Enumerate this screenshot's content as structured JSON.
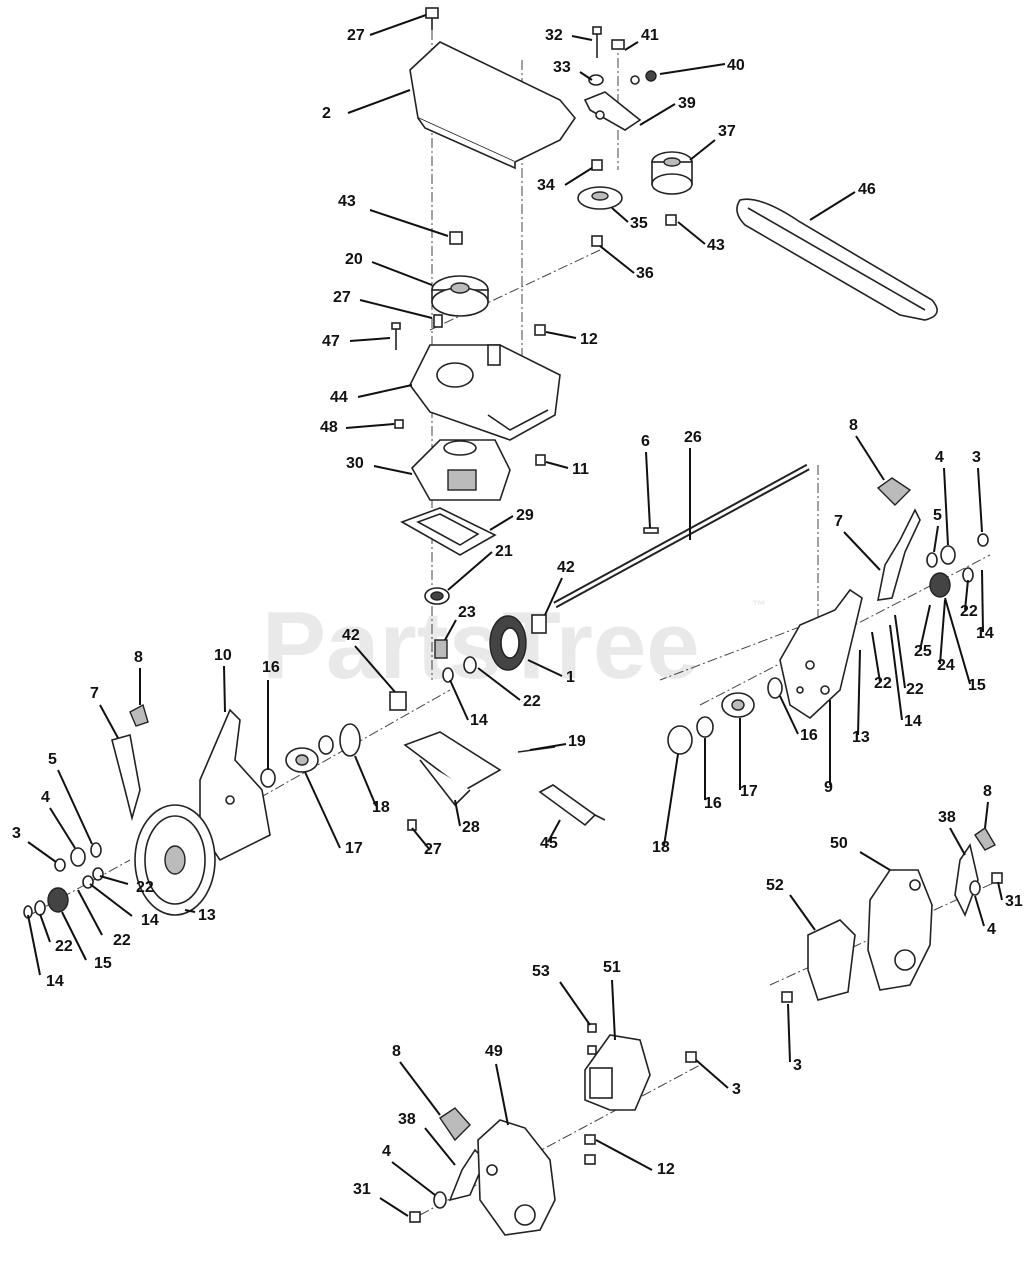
{
  "watermark": "PartsTree",
  "watermark_tm": "™",
  "callouts": [
    {
      "id": "c27a",
      "text": "27"
    },
    {
      "id": "c2",
      "text": "2"
    },
    {
      "id": "c32",
      "text": "32"
    },
    {
      "id": "c41",
      "text": "41"
    },
    {
      "id": "c40",
      "text": "40"
    },
    {
      "id": "c33",
      "text": "33"
    },
    {
      "id": "c39",
      "text": "39"
    },
    {
      "id": "c37",
      "text": "37"
    },
    {
      "id": "c34",
      "text": "34"
    },
    {
      "id": "c35",
      "text": "35"
    },
    {
      "id": "c43a",
      "text": "43"
    },
    {
      "id": "c46",
      "text": "46"
    },
    {
      "id": "c43b",
      "text": "43"
    },
    {
      "id": "c20",
      "text": "20"
    },
    {
      "id": "c36",
      "text": "36"
    },
    {
      "id": "c27b",
      "text": "27"
    },
    {
      "id": "c47",
      "text": "47"
    },
    {
      "id": "c12a",
      "text": "12"
    },
    {
      "id": "c44",
      "text": "44"
    },
    {
      "id": "c48",
      "text": "48"
    },
    {
      "id": "c11",
      "text": "11"
    },
    {
      "id": "c30",
      "text": "30"
    },
    {
      "id": "c6",
      "text": "6"
    },
    {
      "id": "c26",
      "text": "26"
    },
    {
      "id": "c8a",
      "text": "8"
    },
    {
      "id": "c4a",
      "text": "4"
    },
    {
      "id": "c3a",
      "text": "3"
    },
    {
      "id": "c29",
      "text": "29"
    },
    {
      "id": "c7a",
      "text": "7"
    },
    {
      "id": "c5a",
      "text": "5"
    },
    {
      "id": "c21",
      "text": "21"
    },
    {
      "id": "c42a",
      "text": "42"
    },
    {
      "id": "c22a",
      "text": "22"
    },
    {
      "id": "c14a",
      "text": "14"
    },
    {
      "id": "c23",
      "text": "23"
    },
    {
      "id": "c25",
      "text": "25"
    },
    {
      "id": "c24",
      "text": "24"
    },
    {
      "id": "c15a",
      "text": "15"
    },
    {
      "id": "c1",
      "text": "1"
    },
    {
      "id": "c22b",
      "text": "22"
    },
    {
      "id": "c22c",
      "text": "22"
    },
    {
      "id": "c14b",
      "text": "14"
    },
    {
      "id": "c8b",
      "text": "8"
    },
    {
      "id": "c10",
      "text": "10"
    },
    {
      "id": "c42b",
      "text": "42"
    },
    {
      "id": "c16a",
      "text": "16"
    },
    {
      "id": "c13a",
      "text": "13"
    },
    {
      "id": "c22d",
      "text": "22"
    },
    {
      "id": "c7b",
      "text": "7"
    },
    {
      "id": "c14c",
      "text": "14"
    },
    {
      "id": "c16b",
      "text": "16"
    },
    {
      "id": "c19",
      "text": "19"
    },
    {
      "id": "c9",
      "text": "9"
    },
    {
      "id": "c17a",
      "text": "17"
    },
    {
      "id": "c5b",
      "text": "5"
    },
    {
      "id": "c18a",
      "text": "18"
    },
    {
      "id": "c16c",
      "text": "16"
    },
    {
      "id": "c4b",
      "text": "4"
    },
    {
      "id": "c28",
      "text": "28"
    },
    {
      "id": "c17b",
      "text": "17"
    },
    {
      "id": "c27c",
      "text": "27"
    },
    {
      "id": "c45",
      "text": "45"
    },
    {
      "id": "c18b",
      "text": "18"
    },
    {
      "id": "c8c",
      "text": "8"
    },
    {
      "id": "c3b",
      "text": "3"
    },
    {
      "id": "c22e",
      "text": "22"
    },
    {
      "id": "c13b",
      "text": "13"
    },
    {
      "id": "c14d",
      "text": "14"
    },
    {
      "id": "c22f",
      "text": "22"
    },
    {
      "id": "c15b",
      "text": "15"
    },
    {
      "id": "c22g",
      "text": "22"
    },
    {
      "id": "c14e",
      "text": "14"
    },
    {
      "id": "c38a",
      "text": "38"
    },
    {
      "id": "c50",
      "text": "50"
    },
    {
      "id": "c52",
      "text": "52"
    },
    {
      "id": "c31a",
      "text": "31"
    },
    {
      "id": "c4c",
      "text": "4"
    },
    {
      "id": "c53",
      "text": "53"
    },
    {
      "id": "c51",
      "text": "51"
    },
    {
      "id": "c3c",
      "text": "3"
    },
    {
      "id": "c8d",
      "text": "8"
    },
    {
      "id": "c49",
      "text": "49"
    },
    {
      "id": "c38b",
      "text": "38"
    },
    {
      "id": "c12b",
      "text": "12"
    },
    {
      "id": "c4d",
      "text": "4"
    },
    {
      "id": "c31b",
      "text": "31"
    },
    {
      "id": "c3d",
      "text": "3"
    }
  ]
}
